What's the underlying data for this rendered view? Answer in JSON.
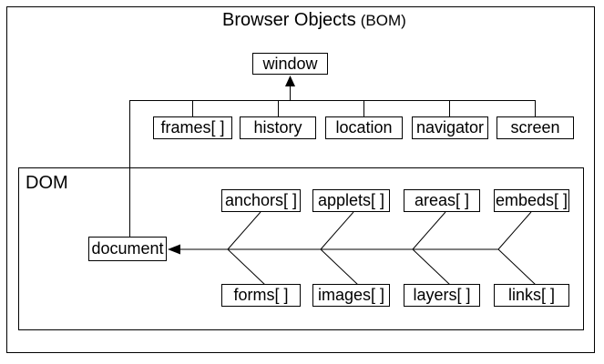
{
  "title": {
    "main": "Browser Objects",
    "suffix": "(BOM)"
  },
  "bom": {
    "root": "window",
    "children": [
      "frames[ ]",
      "history",
      "location",
      "navigator",
      "screen"
    ]
  },
  "dom": {
    "label": "DOM",
    "root": "document",
    "upper": [
      "anchors[ ]",
      "applets[ ]",
      "areas[ ]",
      "embeds[ ]"
    ],
    "lower": [
      "forms[ ]",
      "images[ ]",
      "layers[ ]",
      "links[ ]"
    ]
  },
  "colors": {
    "ink": "#000000",
    "background": "#ffffff"
  }
}
